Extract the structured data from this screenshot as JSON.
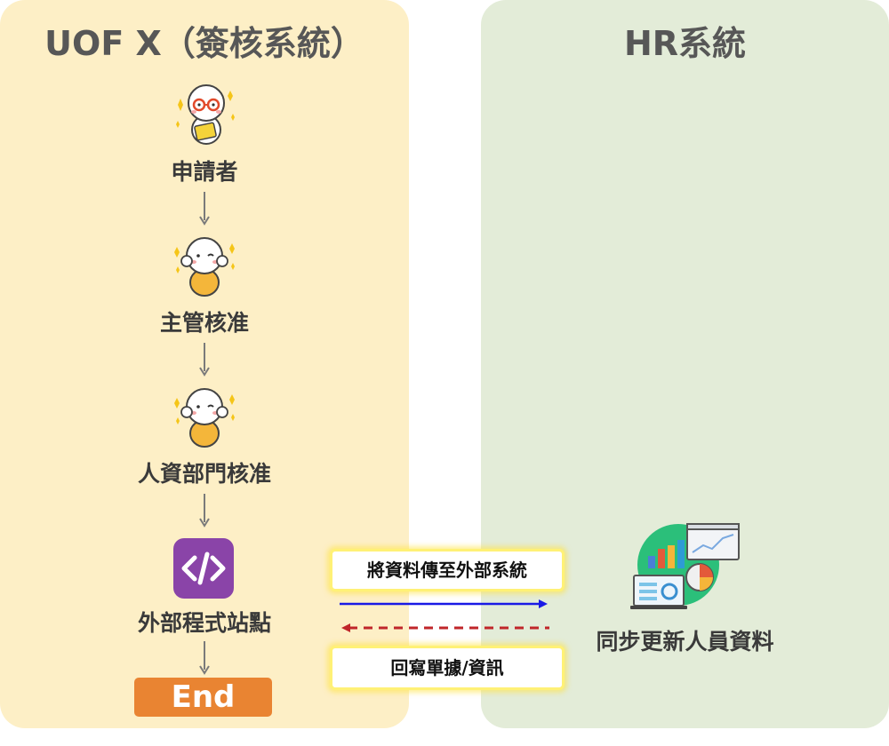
{
  "lanes": {
    "left_title": "UOF X（簽核系統）",
    "right_title": "HR系統"
  },
  "steps": [
    {
      "label": "申請者",
      "icon": "applicant-character-icon"
    },
    {
      "label": "主管核准",
      "icon": "approver-character-icon"
    },
    {
      "label": "人資部門核准",
      "icon": "approver-character-icon"
    },
    {
      "label": "外部程式站點",
      "icon": "code-icon"
    }
  ],
  "end_label": "End",
  "messages": {
    "send": "將資料傳至外部系統",
    "return": "回寫單據/資訊"
  },
  "hr_step": {
    "label": "同步更新人員資料",
    "icon": "dashboard-chart-icon"
  },
  "colors": {
    "left_lane": "#fdefc6",
    "right_lane": "#e3ecd8",
    "code_icon": "#8a44a8",
    "end_button": "#e98432",
    "send_arrow": "#1a1ae6",
    "return_arrow": "#c0262a"
  }
}
